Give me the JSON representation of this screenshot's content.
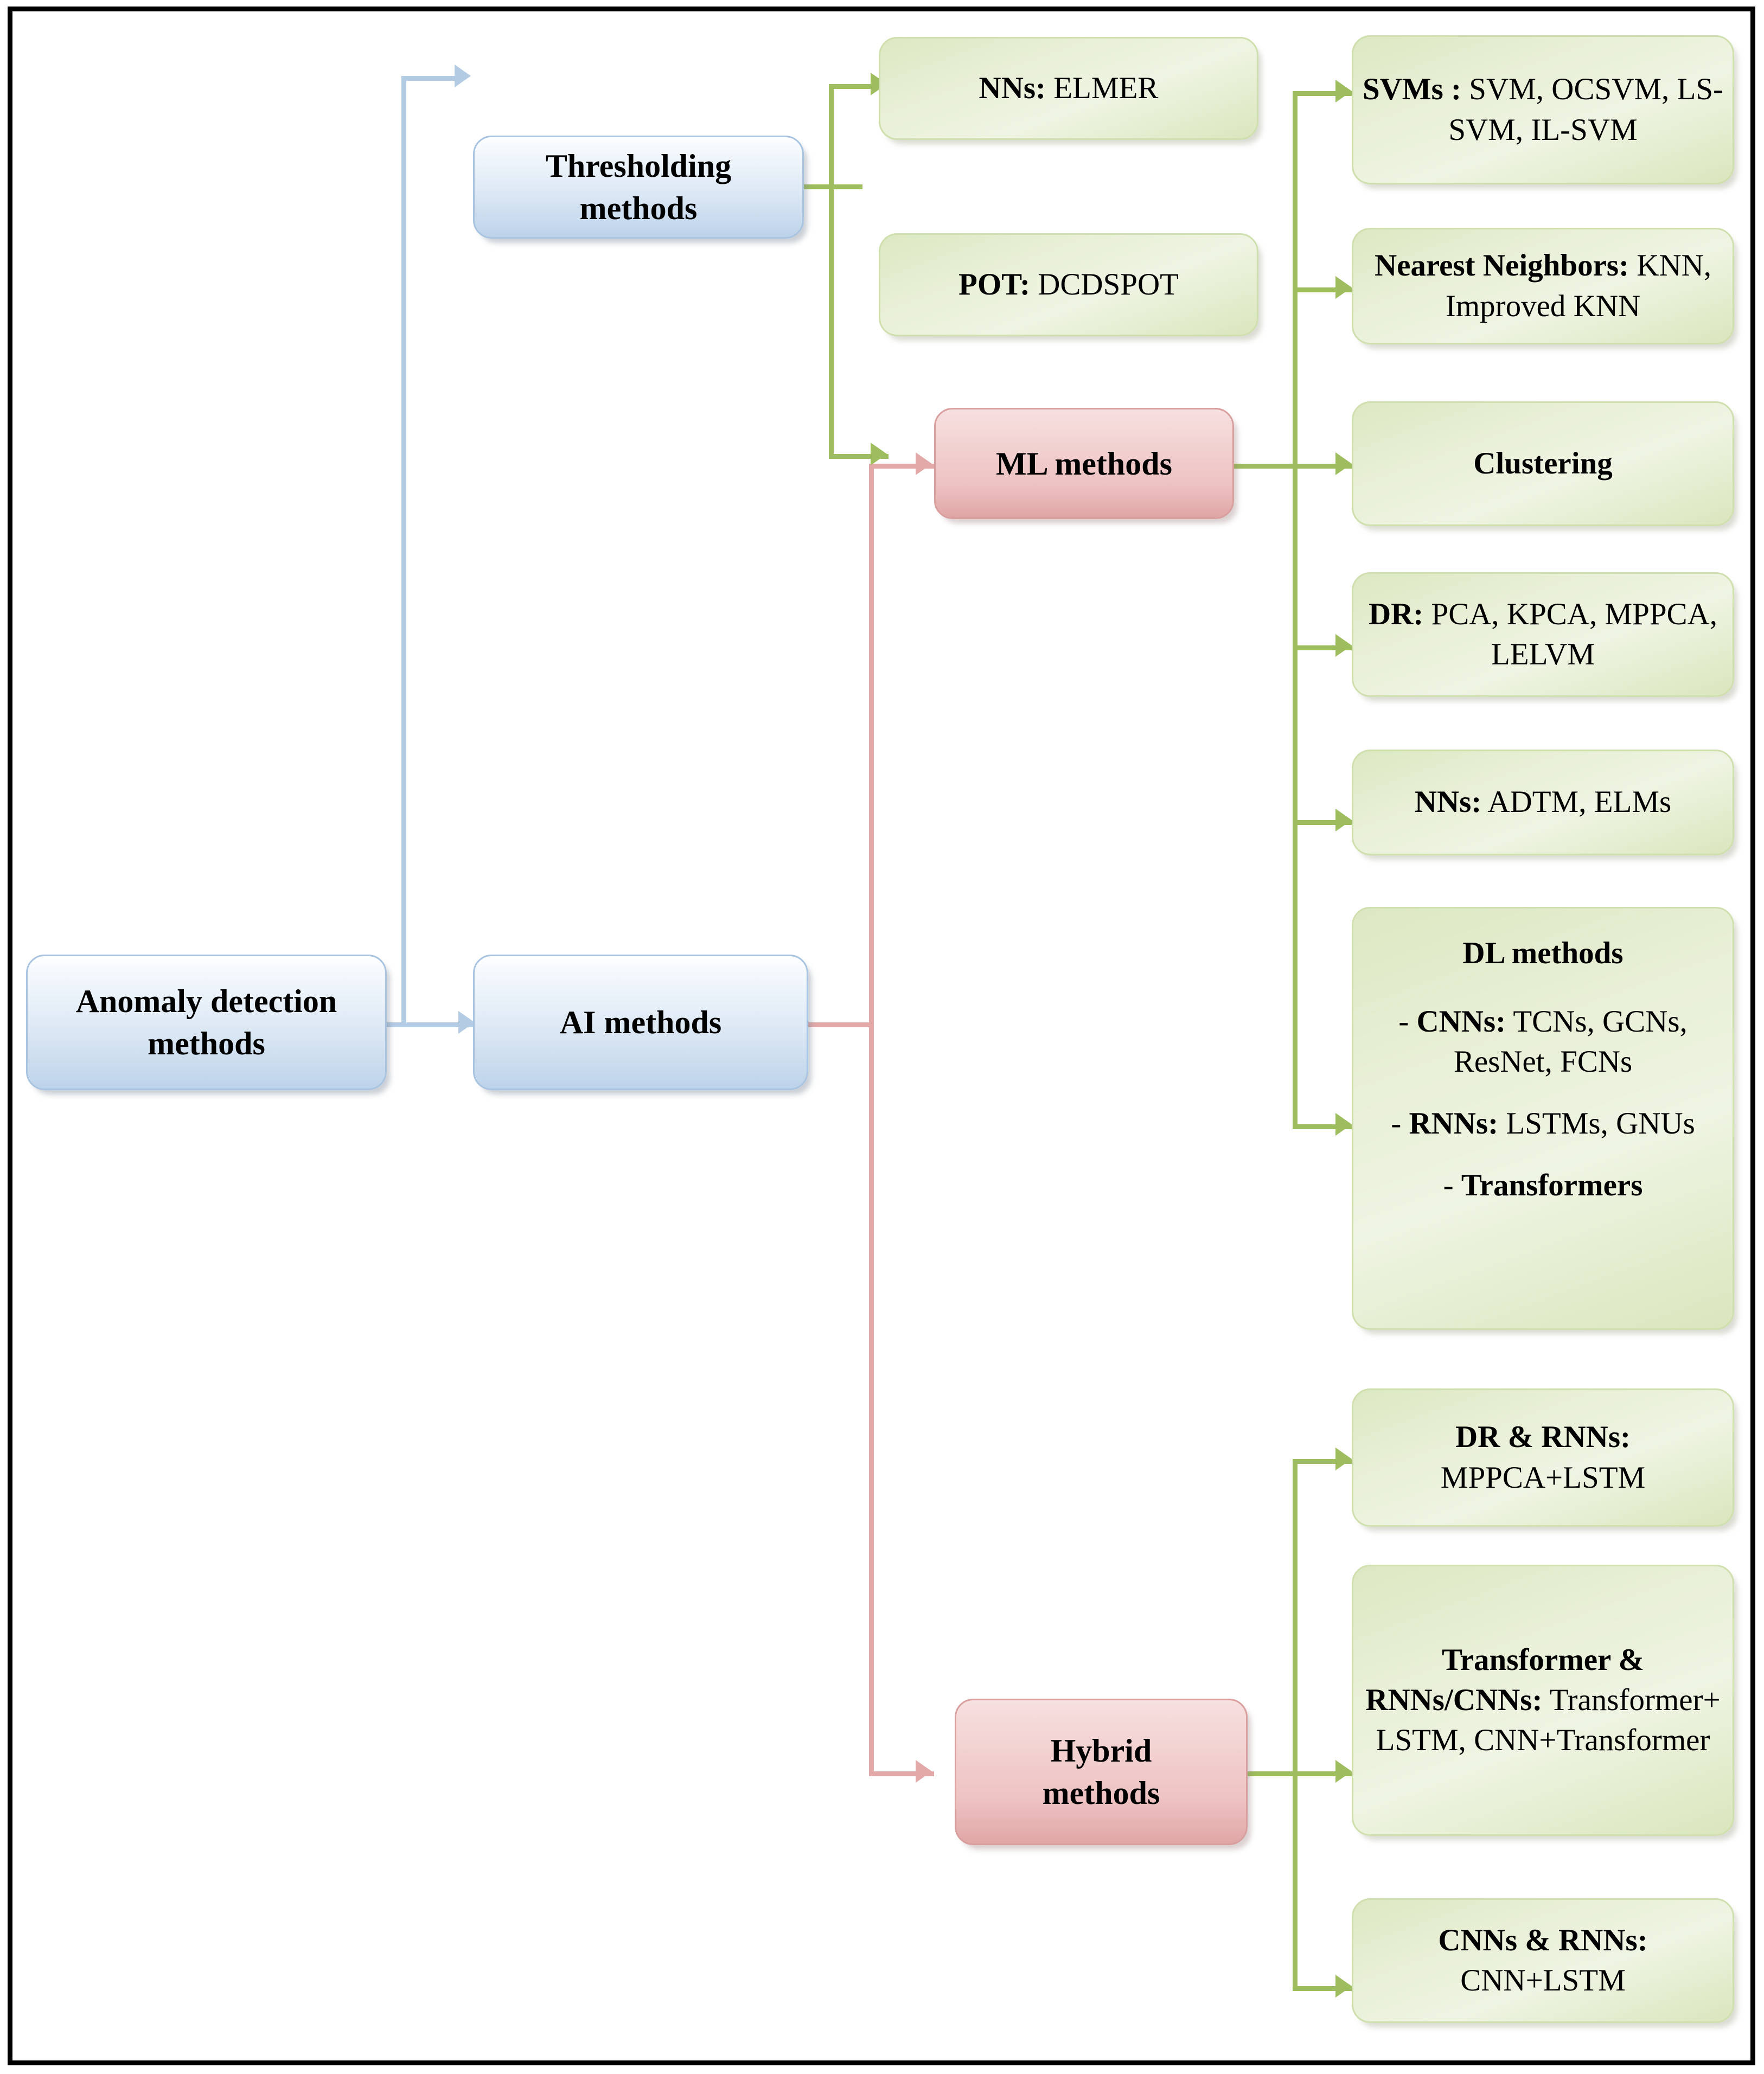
{
  "diagram": {
    "title": "Anomaly detection methods taxonomy",
    "colors": {
      "blue_fill": "#dbe7f4",
      "blue_edge": "#a9c4e0",
      "pink_fill": "#eec2c2",
      "pink_edge": "#d99f9f",
      "green_fill": "#e3ecca",
      "green_edge": "#cfdfae",
      "blue_connector": "#b4cbe4",
      "green_connector": "#9ebd5e",
      "pink_connector": "#e3a9a9",
      "frame_border": "#000000"
    },
    "nodes": {
      "root": {
        "label_line1": "Anomaly detection",
        "label_line2": "methods",
        "kind": "blue"
      },
      "thresholding": {
        "label_line1": "Thresholding",
        "label_line2": "methods",
        "kind": "blue"
      },
      "ai": {
        "label": "AI methods",
        "kind": "blue"
      },
      "ml": {
        "label": "ML methods",
        "kind": "pink"
      },
      "hybrid": {
        "label_line1": "Hybrid",
        "label_line2": "methods",
        "kind": "pink"
      },
      "nns_elmer": {
        "lead": "NNs:",
        "rest": " ELMER",
        "kind": "green"
      },
      "pot": {
        "lead": "POT:",
        "rest": " DCDSPOT",
        "kind": "green"
      },
      "svms": {
        "lead": "SVMs :",
        "rest": " SVM, OCSVM, LS-SVM, IL-SVM",
        "kind": "green"
      },
      "knn": {
        "lead": "Nearest Neighbors:",
        "rest": " KNN, Improved KNN",
        "kind": "green"
      },
      "clustering": {
        "lead": "Clustering",
        "rest": "",
        "kind": "green"
      },
      "dr": {
        "lead": "DR:",
        "rest": " PCA, KPCA, MPPCA, LELVM",
        "kind": "green"
      },
      "nns_adtm": {
        "lead": "NNs:",
        "rest": " ADTM, ELMs",
        "kind": "green"
      },
      "dl": {
        "title": "DL methods",
        "items": [
          {
            "dash": "-",
            "lead": "CNNs:",
            "rest": " TCNs, GCNs, ResNet, FCNs"
          },
          {
            "dash": "-",
            "lead": "RNNs:",
            "rest": " LSTMs, GNUs"
          },
          {
            "dash": "-",
            "lead": "Transformers",
            "rest": ""
          }
        ],
        "kind": "green"
      },
      "dr_rnns": {
        "lead": "DR & RNNs:",
        "rest": " MPPCA+LSTM",
        "kind": "green"
      },
      "transformer_hybrid": {
        "lead": "Transformer & RNNs/CNNs:",
        "rest": " Transformer+ LSTM, CNN+Transformer",
        "kind": "green"
      },
      "cnns_rnns": {
        "lead": "CNNs & RNNs:",
        "rest": " CNN+LSTM",
        "kind": "green"
      }
    },
    "edges": [
      {
        "from": "root",
        "to": "thresholding",
        "color": "#b4cbe4"
      },
      {
        "from": "root",
        "to": "ai",
        "color": "#b4cbe4"
      },
      {
        "from": "thresholding",
        "to": "nns_elmer",
        "color": "#9ebd5e"
      },
      {
        "from": "thresholding",
        "to": "pot",
        "color": "#9ebd5e"
      },
      {
        "from": "ai",
        "to": "ml",
        "color": "#e3a9a9"
      },
      {
        "from": "ai",
        "to": "hybrid",
        "color": "#e3a9a9"
      },
      {
        "from": "ml",
        "to": "svms",
        "color": "#9ebd5e"
      },
      {
        "from": "ml",
        "to": "knn",
        "color": "#9ebd5e"
      },
      {
        "from": "ml",
        "to": "clustering",
        "color": "#9ebd5e"
      },
      {
        "from": "ml",
        "to": "dr",
        "color": "#9ebd5e"
      },
      {
        "from": "ml",
        "to": "nns_adtm",
        "color": "#9ebd5e"
      },
      {
        "from": "ml",
        "to": "dl",
        "color": "#9ebd5e"
      },
      {
        "from": "hybrid",
        "to": "dr_rnns",
        "color": "#9ebd5e"
      },
      {
        "from": "hybrid",
        "to": "transformer_hybrid",
        "color": "#9ebd5e"
      },
      {
        "from": "hybrid",
        "to": "cnns_rnns",
        "color": "#9ebd5e"
      }
    ]
  }
}
